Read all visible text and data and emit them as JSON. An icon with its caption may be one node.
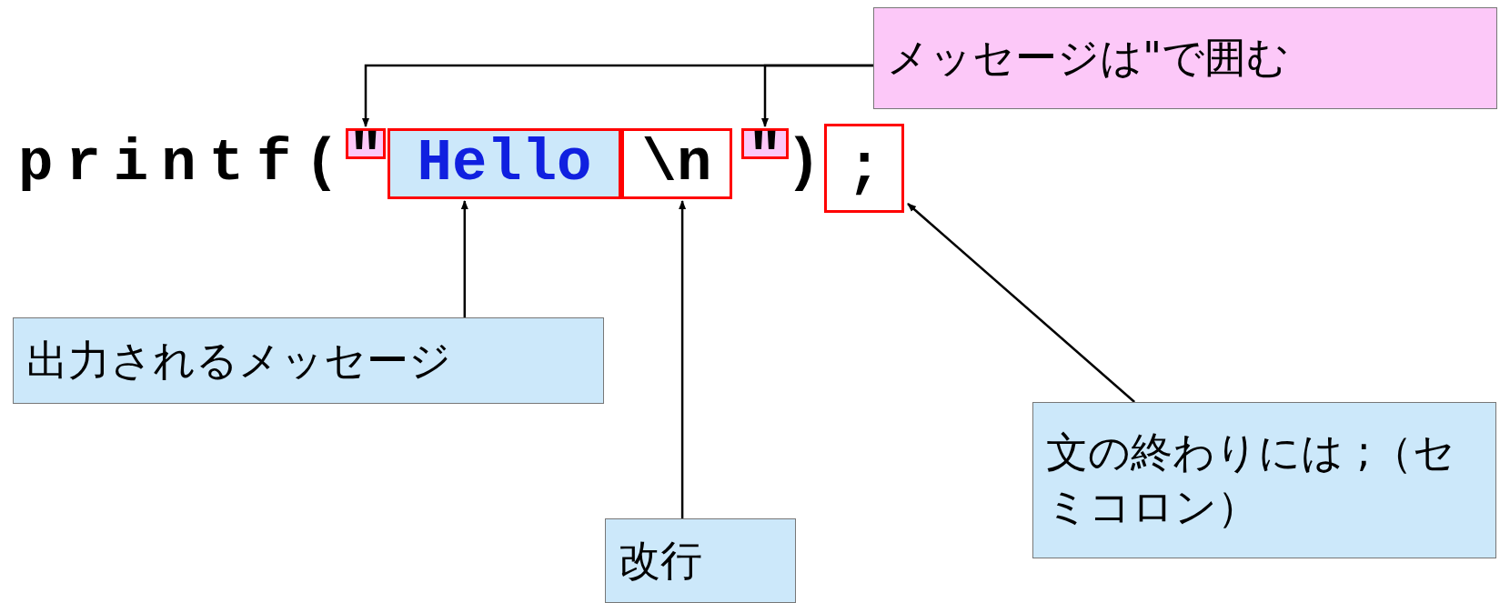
{
  "diagram": {
    "nodes": [
      {
        "text": [
          "メッセージは\"で囲む"
        ]
      },
      {
        "text": [
          "\""
        ]
      },
      {
        "text": [
          "Hello"
        ]
      },
      {
        "text": [
          "\\n"
        ]
      },
      {
        "text": [
          "\""
        ]
      },
      {
        "text": [
          ";"
        ]
      },
      {
        "text": [
          "出力されるメッセージ"
        ]
      },
      {
        "text": [
          "改行"
        ]
      },
      {
        "text": [
          "文の終わりには ;（セミコロン）"
        ]
      }
    ],
    "edges": [
      {
        "from": 0,
        "to": 1,
        "arrow": "to"
      },
      {
        "from": 0,
        "to": 4,
        "arrow": "to"
      },
      {
        "from": 6,
        "to": 2,
        "arrow": "to"
      },
      {
        "from": 7,
        "to": 3,
        "arrow": "to"
      },
      {
        "from": 8,
        "to": 5,
        "arrow": "to"
      }
    ],
    "labels": [
      "printf(",
      ")"
    ]
  }
}
